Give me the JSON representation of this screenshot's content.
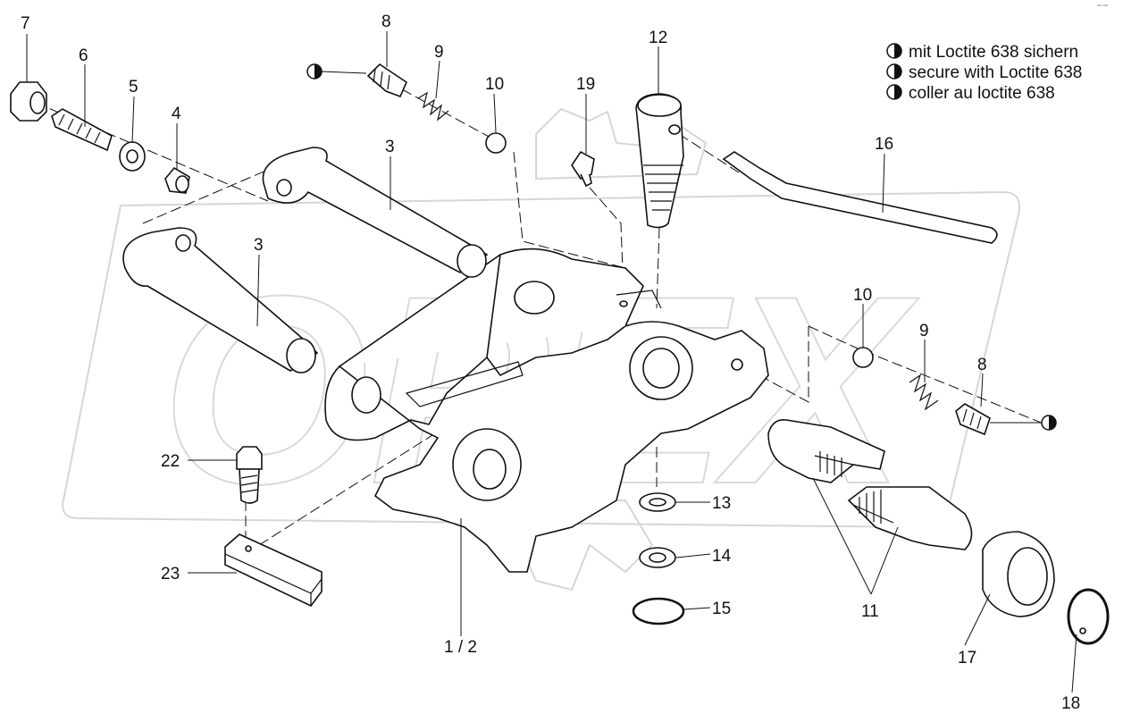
{
  "corner_code": "ᵃᵇᶜ ᵇᵃˢ",
  "legend": [
    "mit Loctite 638 sichern",
    "secure with Loctite 638",
    "coller au loctite 638"
  ],
  "labels": {
    "p1_2": "1 / 2",
    "p3a": "3",
    "p3b": "3",
    "p4": "4",
    "p5": "5",
    "p6": "6",
    "p7": "7",
    "p8a": "8",
    "p8b": "8",
    "p9a": "9",
    "p9b": "9",
    "p10a": "10",
    "p10b": "10",
    "p11": "11",
    "p12": "12",
    "p13": "13",
    "p14": "14",
    "p15": "15",
    "p16": "16",
    "p17": "17",
    "p18": "18",
    "p19": "19",
    "p22": "22",
    "p23": "23"
  },
  "watermark_text": "OPEX"
}
